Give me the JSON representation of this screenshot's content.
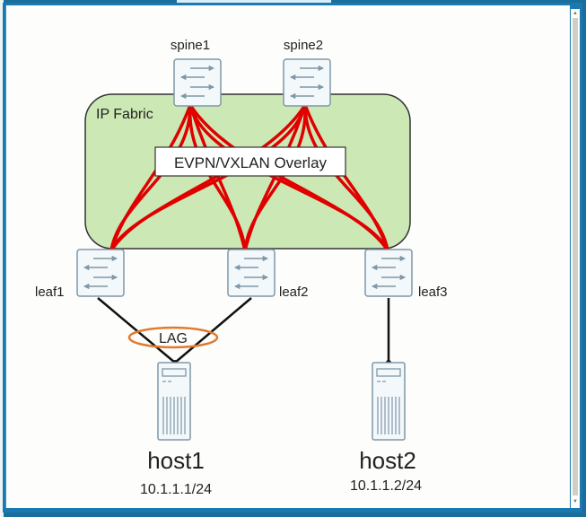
{
  "diagram": {
    "fabric_label": "IP Fabric",
    "overlay_label": "EVPN/VXLAN Overlay",
    "lag_label": "LAG",
    "colors": {
      "fabric_fill": "#cce8b5",
      "fabric_stroke": "#333333",
      "underlay_link": "#e00000",
      "lag_ring": "#e07a2e",
      "access_link": "#111111",
      "device_stroke": "#7f97a8",
      "device_fill": "#f3f8fb"
    },
    "spines": [
      {
        "id": "spine1",
        "label": "spine1",
        "icon": "switch-icon"
      },
      {
        "id": "spine2",
        "label": "spine2",
        "icon": "switch-icon"
      }
    ],
    "leaves": [
      {
        "id": "leaf1",
        "label": "leaf1",
        "icon": "switch-icon"
      },
      {
        "id": "leaf2",
        "label": "leaf2",
        "icon": "switch-icon"
      },
      {
        "id": "leaf3",
        "label": "leaf3",
        "icon": "switch-icon"
      }
    ],
    "hosts": [
      {
        "id": "host1",
        "label": "host1",
        "ip": "10.1.1.1/24",
        "icon": "server-icon",
        "uplinks": [
          "leaf1",
          "leaf2"
        ],
        "lag": true
      },
      {
        "id": "host2",
        "label": "host2",
        "ip": "10.1.1.2/24",
        "icon": "server-icon",
        "uplinks": [
          "leaf3"
        ],
        "lag": false
      }
    ],
    "underlay_links": [
      {
        "from": "spine1",
        "to": "leaf1"
      },
      {
        "from": "spine1",
        "to": "leaf2"
      },
      {
        "from": "spine1",
        "to": "leaf3"
      },
      {
        "from": "spine2",
        "to": "leaf1"
      },
      {
        "from": "spine2",
        "to": "leaf2"
      },
      {
        "from": "spine2",
        "to": "leaf3"
      }
    ]
  }
}
